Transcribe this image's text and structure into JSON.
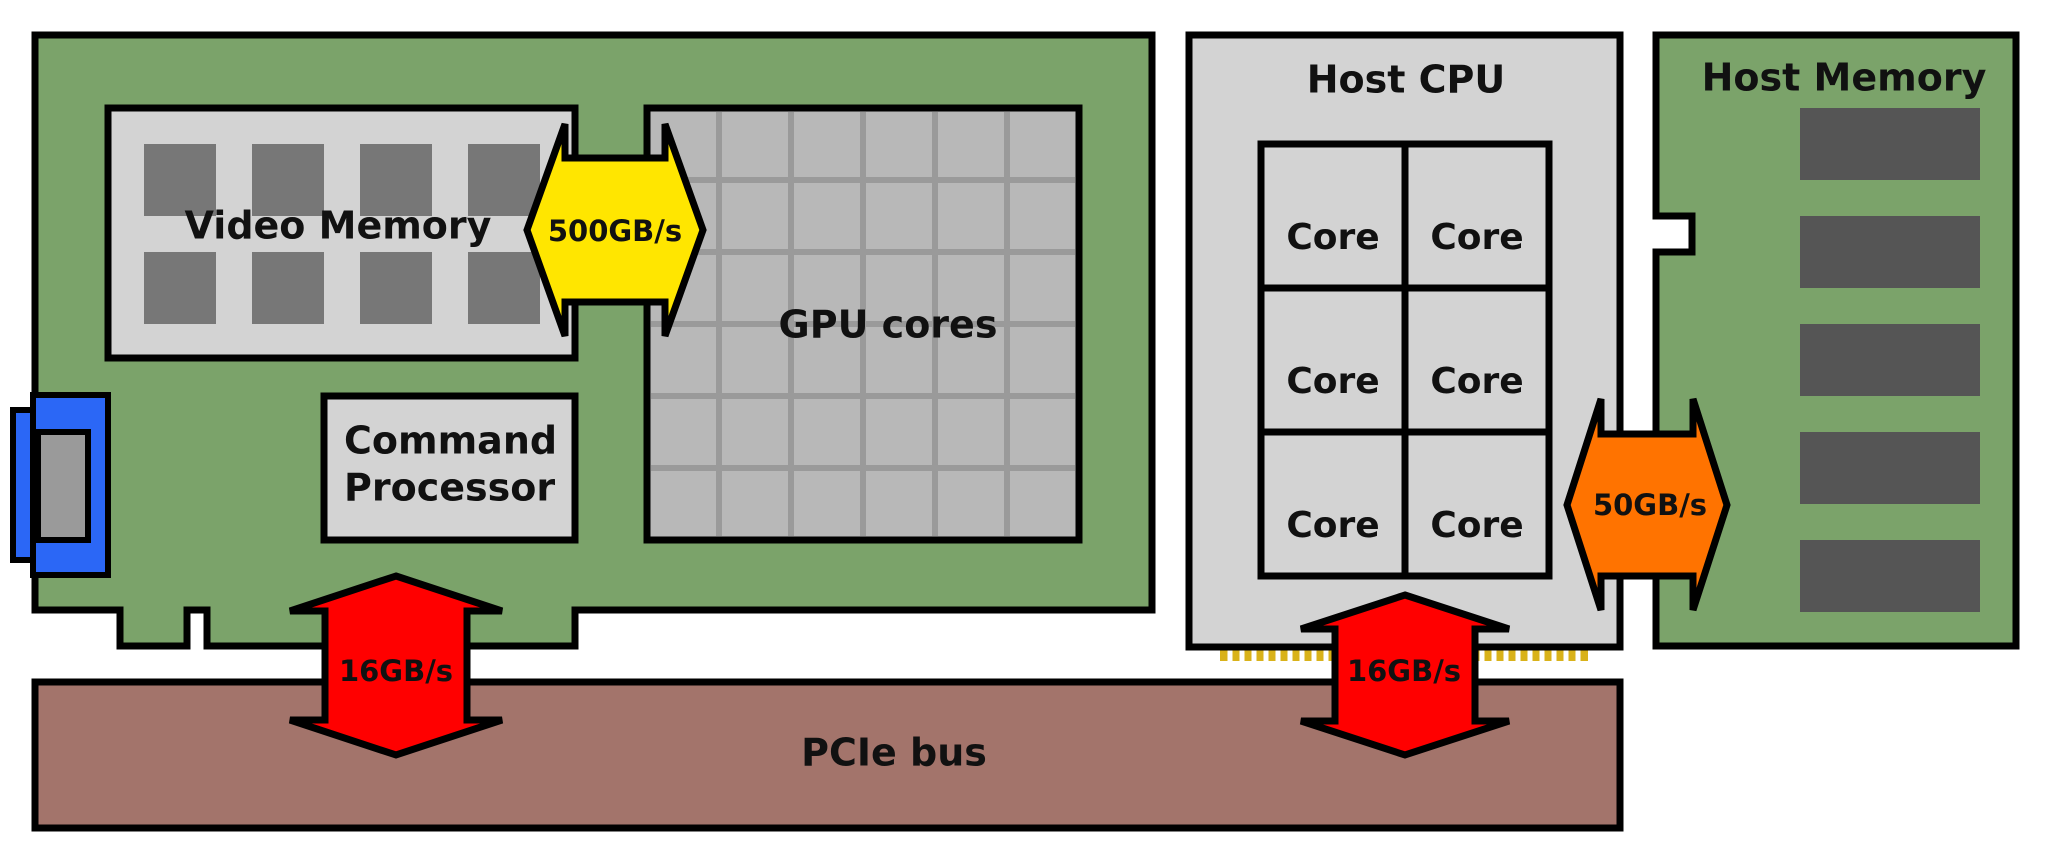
{
  "labels": {
    "video_memory": "Video Memory",
    "gpu_cores": "GPU cores",
    "command_processor_line1": "Command",
    "command_processor_line2": "Processor",
    "host_cpu": "Host CPU",
    "host_memory": "Host Memory",
    "pcie_bus": "PCIe bus",
    "core": "Core"
  },
  "links": {
    "vram_to_gpu": "500GB/s",
    "cpu_to_host_memory": "50GB/s",
    "gpu_to_pcie": "16GB/s",
    "cpu_to_pcie": "16GB/s"
  },
  "colors": {
    "board_green": "#7ba36a",
    "chip_gray": "#d3d3d3",
    "cell_gray": "#777777",
    "dram_chip": "#555555",
    "gpu_core_gray": "#b8b8b8",
    "pcie_brown": "#a3746b",
    "connector_blue": "#2b67f6",
    "arrow_yellow": "#ffe600",
    "arrow_orange": "#ff7300",
    "arrow_red": "#ff0000",
    "cpu_pins": "#d9b21a"
  }
}
